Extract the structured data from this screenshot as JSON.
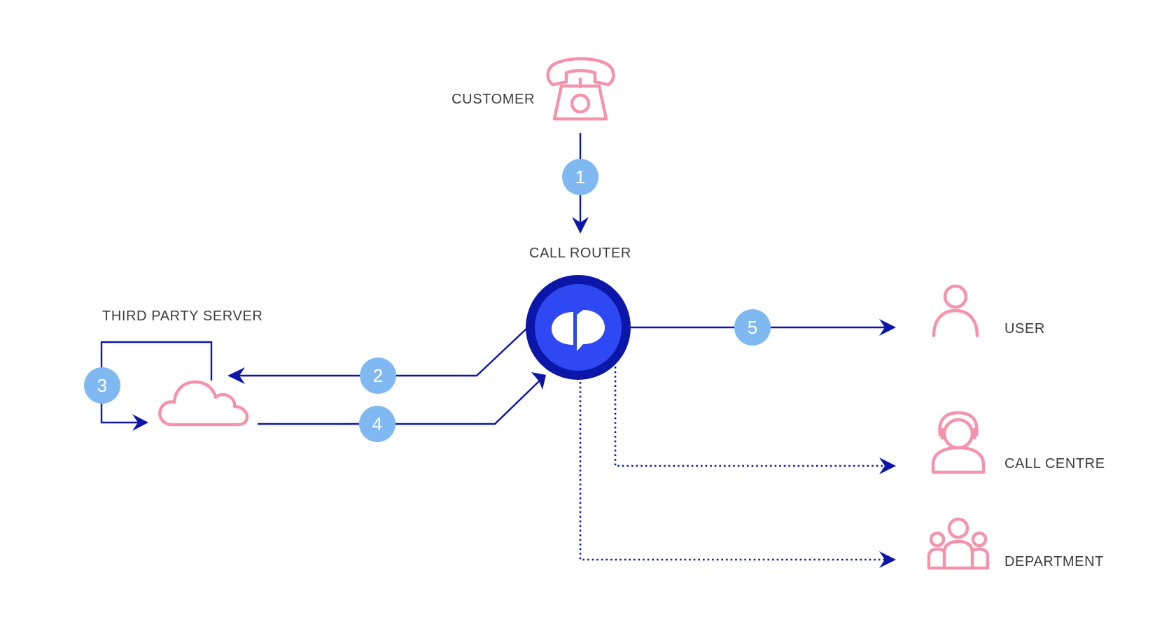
{
  "nodes": {
    "customer": "CUSTOMER",
    "call_router": "CALL ROUTER",
    "third_party_server": "THIRD PARTY SERVER",
    "user": "USER",
    "call_centre": "CALL CENTRE",
    "department": "DEPARTMENT"
  },
  "steps": [
    "1",
    "2",
    "3",
    "4",
    "5"
  ],
  "colors": {
    "connector": "#0c16a8",
    "icon_pink": "#f593ad",
    "step_badge": "#80b9f2",
    "router_outer": "#0c16a8",
    "router_inner": "#2e49f4"
  },
  "icons": {
    "customer": "telephone-icon",
    "router": "call-router-logo-icon",
    "server": "cloud-icon",
    "user": "user-icon",
    "call_centre": "headset-agent-icon",
    "department": "group-icon"
  }
}
